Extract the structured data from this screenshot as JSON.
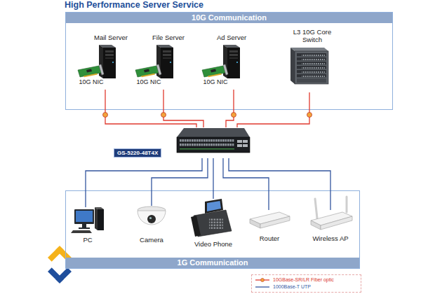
{
  "diagram": {
    "title": "High Performance Server Service",
    "nodes": [
      {
        "text": [
          "10G Communication"
        ]
      },
      {
        "text": [
          "Mail Server"
        ],
        "in": 0
      },
      {
        "text": [
          "File Server"
        ],
        "in": 0
      },
      {
        "text": [
          "Ad Server"
        ],
        "in": 0
      },
      {
        "text": [
          "L3 10G Core Switch"
        ],
        "in": 0
      },
      {
        "text": [
          "GS-5220-48T4X"
        ]
      },
      {
        "text": [
          "1G Communication"
        ]
      },
      {
        "text": [
          "PC"
        ],
        "in": 6
      },
      {
        "text": [
          "Camera"
        ],
        "in": 6
      },
      {
        "text": [
          "Video Phone"
        ],
        "in": 6
      },
      {
        "text": [
          "Router"
        ],
        "in": 6
      },
      {
        "text": [
          "Wireless AP"
        ],
        "in": 6
      }
    ],
    "edges": [
      {
        "from": 1,
        "to": 5,
        "arrow": "none"
      },
      {
        "from": 2,
        "to": 5,
        "arrow": "none"
      },
      {
        "from": 3,
        "to": 5,
        "arrow": "none"
      },
      {
        "from": 4,
        "to": 5,
        "arrow": "none"
      },
      {
        "from": 5,
        "to": 7,
        "arrow": "none"
      },
      {
        "from": 5,
        "to": 8,
        "arrow": "none"
      },
      {
        "from": 5,
        "to": 9,
        "arrow": "none"
      },
      {
        "from": 5,
        "to": 10,
        "arrow": "none"
      },
      {
        "from": 5,
        "to": 11,
        "arrow": "none"
      }
    ],
    "labels": [
      "10G NIC",
      "10G NIC",
      "10G NIC"
    ],
    "legend": [
      {
        "text": "10GBase-SR/LR Fiber optic"
      },
      {
        "text": "1000Base-T UTP"
      }
    ]
  }
}
